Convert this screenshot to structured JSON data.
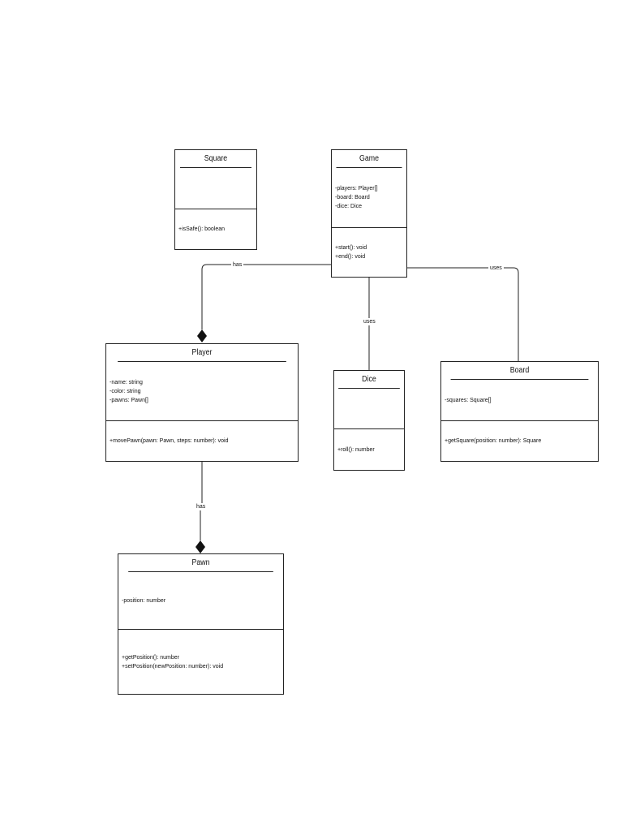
{
  "classes": {
    "square": {
      "name": "Square",
      "attributes": [],
      "operations": [
        "+isSafe(): boolean"
      ]
    },
    "game": {
      "name": "Game",
      "attributes": [
        "-players: Player[]",
        "-board: Board",
        "-dice: Dice"
      ],
      "operations": [
        "+start(): void",
        "+end(): void"
      ]
    },
    "player": {
      "name": "Player",
      "attributes": [
        "-name: string",
        "-color: string",
        "-pawns: Pawn[]"
      ],
      "operations": [
        "+movePawn(pawn: Pawn, steps: number): void"
      ]
    },
    "dice": {
      "name": "Dice",
      "attributes": [],
      "operations": [
        "+roll(): number"
      ]
    },
    "board": {
      "name": "Board",
      "attributes": [
        "-squares: Square[]"
      ],
      "operations": [
        "+getSquare(position: number): Square"
      ]
    },
    "pawn": {
      "name": "Pawn",
      "attributes": [
        "-position: number"
      ],
      "operations": [
        "+getPosition(): number",
        "+setPosition(newPosition: number): void"
      ]
    }
  },
  "relationships": {
    "game_player": {
      "label": "has",
      "type": "composition"
    },
    "game_dice": {
      "label": "uses",
      "type": "association"
    },
    "game_board": {
      "label": "uses",
      "type": "association"
    },
    "player_pawn": {
      "label": "has",
      "type": "composition"
    }
  },
  "colors": {
    "line": "#222222",
    "background": "#ffffff"
  }
}
